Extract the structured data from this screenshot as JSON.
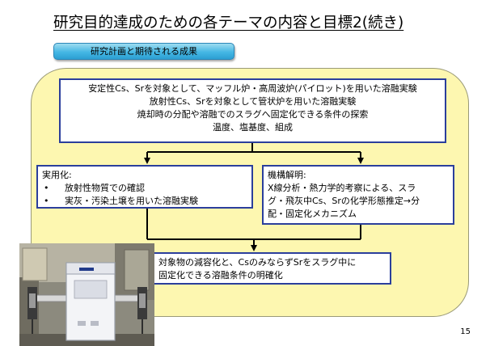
{
  "slide": {
    "title": "研究目的達成のための各テーマの内容と目標2(続き)",
    "section_label": "研究計画と期待される成果",
    "page_number": "15"
  },
  "top_box": {
    "lines": [
      "安定性Cs、Srを対象として、マッフル炉・高周波炉(パイロット)を用いた溶融実験",
      "放射性Cs、Srを対象として管状炉を用いた溶融実験",
      "焼却時の分配や溶融でのスラグへ固定化できる条件の探索",
      "温度、塩基度、組成"
    ]
  },
  "left_box": {
    "heading": "実用化:",
    "items": [
      "放射性物質での確認",
      "実灰・汚染土壌を用いた溶融実験"
    ]
  },
  "right_box": {
    "heading": "機構解明:",
    "lines": [
      "X線分析・熱力学的考察による、スラ",
      "グ・飛灰中Cs、Srの化学形態推定→分",
      "配・固定化メカニズム"
    ]
  },
  "bottom_box": {
    "lines": [
      "対象物の減容化と、CsのみならずSrをスラグ中に",
      "固定化できる溶融条件の明確化"
    ]
  },
  "colors": {
    "panel_fill": "#fdf7b0",
    "box_border": "#2b3f9c",
    "pill_fill": "#45b7e4"
  }
}
